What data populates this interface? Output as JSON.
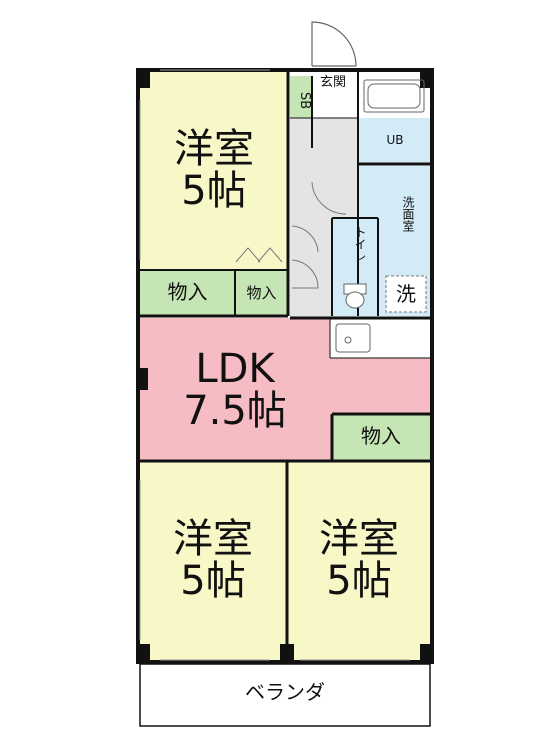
{
  "rooms": {
    "western_room_top": {
      "name": "洋室",
      "size": "5帖"
    },
    "western_room_bl": {
      "name": "洋室",
      "size": "5帖"
    },
    "western_room_br": {
      "name": "洋室",
      "size": "5帖"
    },
    "ldk": {
      "name": "LDK",
      "size": "7.5帖"
    },
    "storage_top_left": "物入",
    "storage_top_right": "物入",
    "storage_ldk": "物入",
    "shoe_box": "SB",
    "entrance": "玄関",
    "unit_bath": "UB",
    "washroom": "洗面室",
    "toilet": "トイレ",
    "washer": "洗",
    "veranda": "ベランダ"
  },
  "colors": {
    "western": "#f8f7c8",
    "storage": "#c6e5b4",
    "ldk": "#f6bcc3",
    "wet": "#d2ebf7",
    "hall": "#e4e4e4",
    "wall": "#111111"
  }
}
